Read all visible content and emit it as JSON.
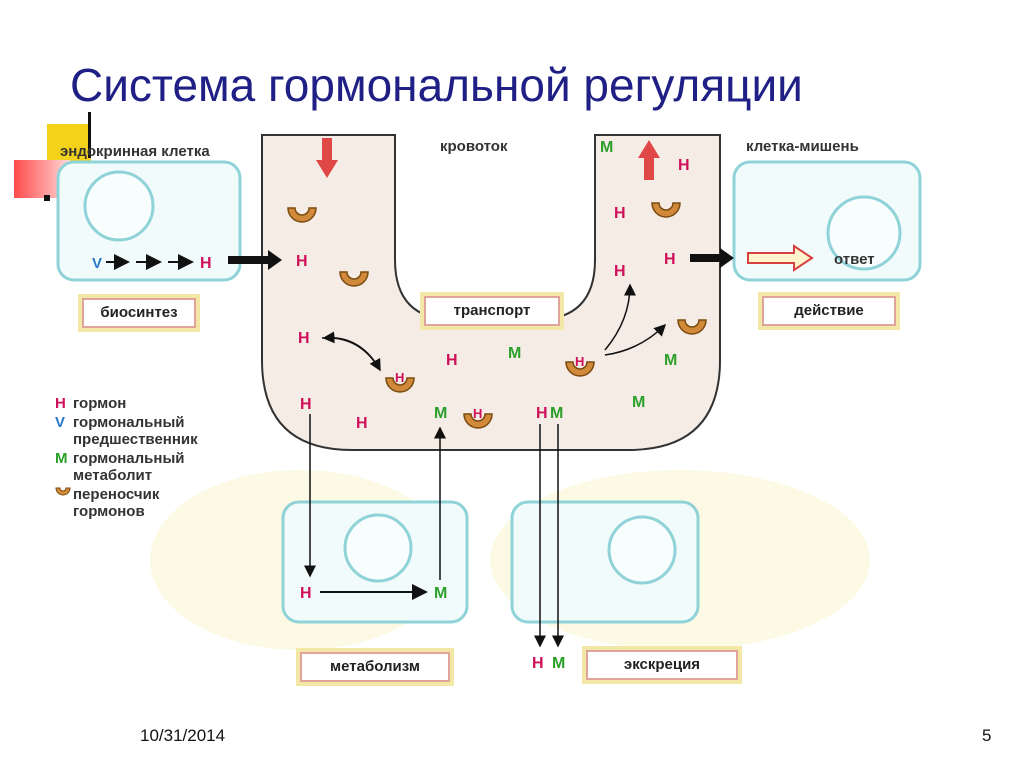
{
  "slide": {
    "title": "Система гормональной регуляции",
    "date": "10/31/2014",
    "page_number": "5"
  },
  "diagram": {
    "labels": {
      "endocrine_cell": "эндокринная клетка",
      "bloodstream": "кровоток",
      "target_cell": "клетка-мишень",
      "response": "ответ"
    },
    "stages": {
      "biosynthesis": "биосинтез",
      "transport": "транспорт",
      "action": "действие",
      "metabolism": "метаболизм",
      "excretion": "экскреция"
    },
    "symbols": {
      "hormone": "Н",
      "precursor": "V",
      "metabolite": "М"
    },
    "legend": [
      {
        "symbol": "Н",
        "text": "гормон"
      },
      {
        "symbol": "V",
        "text": "гормональный предшественник"
      },
      {
        "symbol": "М",
        "text": "гормональный метаболит"
      },
      {
        "symbol": "",
        "text": "переносчик гормонов"
      }
    ],
    "colors": {
      "hormone": "#d0105a",
      "precursor": "#2a78c8",
      "metabolite": "#2aa02a",
      "carrier": "#d08a3a",
      "cell_border": "#8fd3d8",
      "channel_fill": "#f6ece6",
      "title": "#1f1f86"
    }
  }
}
